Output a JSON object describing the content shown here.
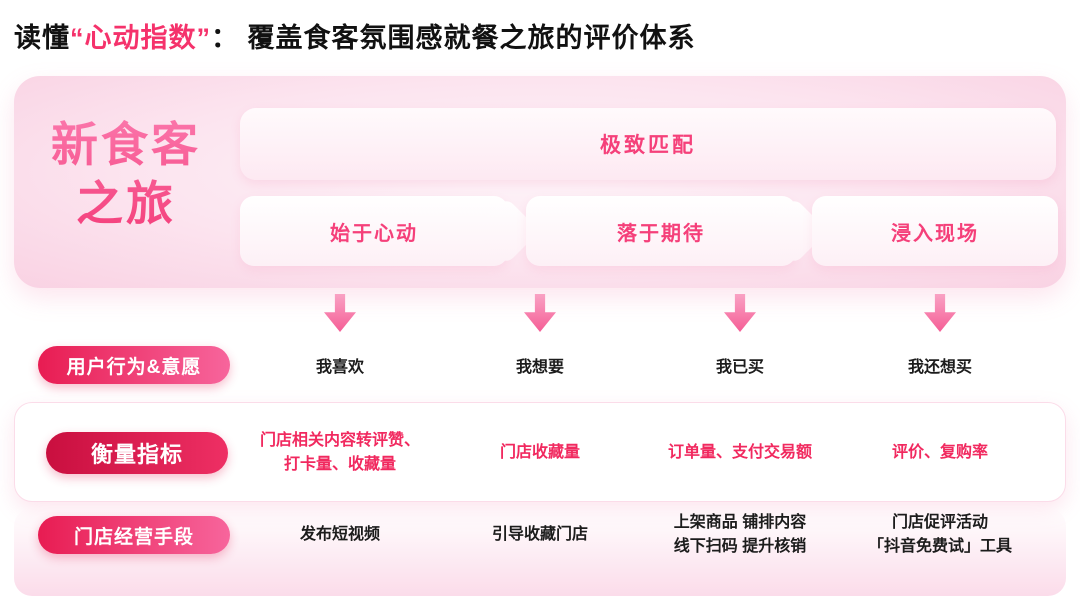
{
  "title": {
    "prefix": "读懂",
    "highlight": "“心动指数”",
    "suffix": "： 覆盖食客氛围感就餐之旅的评价体系"
  },
  "journey": {
    "line1": "新食客",
    "line2": "之旅",
    "match_label": "极致匹配",
    "stages": [
      {
        "label": "始于心动"
      },
      {
        "label": "落于期待"
      },
      {
        "label": "浸入现场"
      }
    ]
  },
  "rows": {
    "behavior": {
      "label": "用户行为&意愿",
      "values": [
        "我喜欢",
        "我想要",
        "我已买",
        "我还想买"
      ]
    },
    "metrics": {
      "label": "衡量指标",
      "values": [
        "门店相关内容转评赞、\n打卡量、收藏量",
        "门店收藏量",
        "订单量、支付交易额",
        "评价、复购率"
      ]
    },
    "operations": {
      "label": "门店经营手段",
      "values": [
        "发布短视频",
        "引导收藏门店",
        "上架商品 铺排内容\n线下扫码 提升核销",
        "门店促评活动\n「抖音免费试」工具"
      ]
    }
  },
  "colors": {
    "accent_pink": "#f5407a",
    "deep_red": "#c90f3f",
    "pill_gradient_start": "#e81c52",
    "pill_gradient_end": "#f7659c",
    "card_pink": "#f9d2e3"
  }
}
